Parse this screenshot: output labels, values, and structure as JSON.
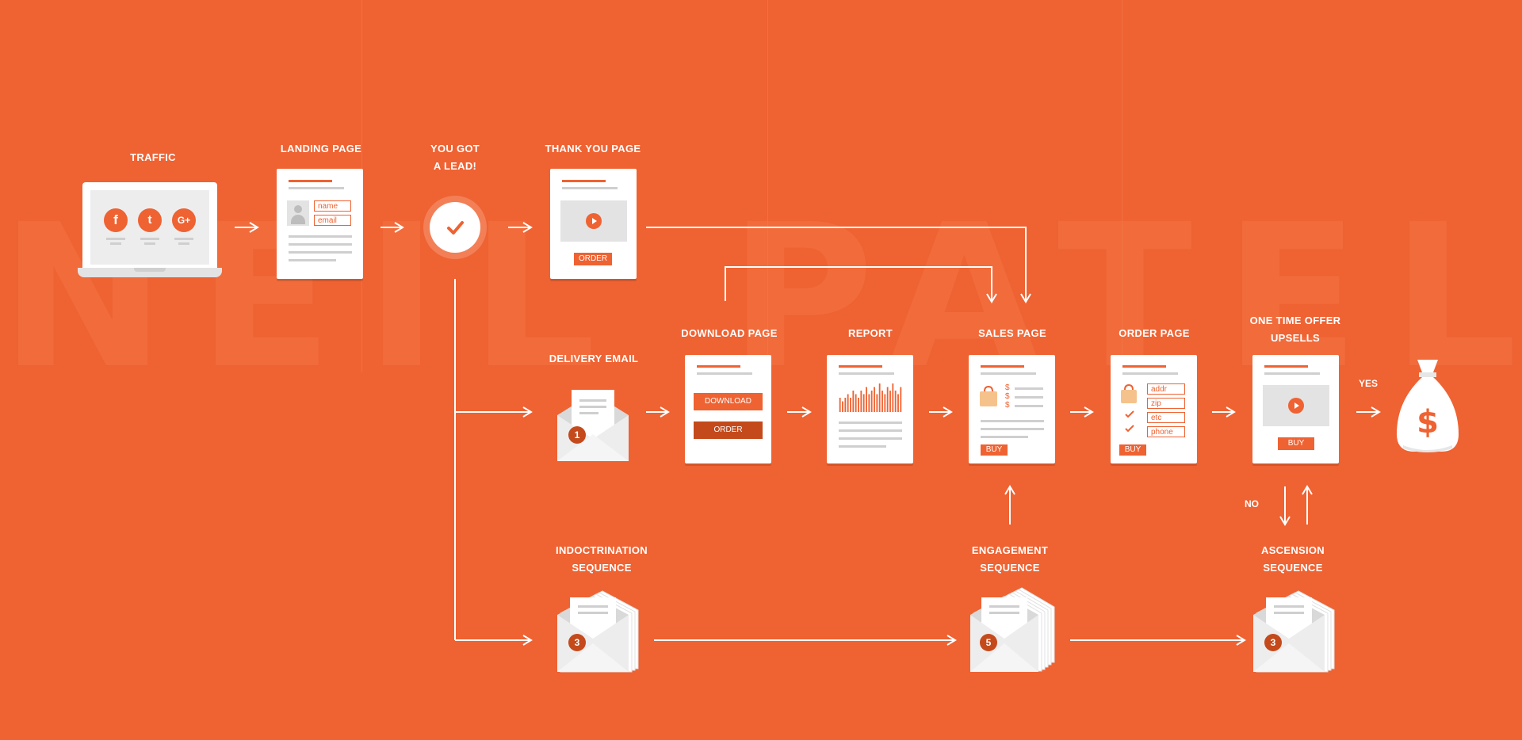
{
  "watermark": "NEIL PATEL",
  "labels": {
    "traffic": "TRAFFIC",
    "landing": "LANDING PAGE",
    "lead_1": "YOU GOT",
    "lead_2": "A LEAD!",
    "thankyou": "THANK YOU PAGE",
    "delivery": "DELIVERY EMAIL",
    "download": "DOWNLOAD PAGE",
    "report": "REPORT",
    "sales": "SALES PAGE",
    "order": "ORDER PAGE",
    "oto_1": "ONE TIME OFFER",
    "oto_2": "UPSELLS",
    "indoc_1": "INDOCTRINATION",
    "indoc_2": "SEQUENCE",
    "engage_1": "ENGAGEMENT",
    "engage_2": "SEQUENCE",
    "ascension_1": "ASCENSION",
    "ascension_2": "SEQUENCE",
    "yes": "YES",
    "no": "NO"
  },
  "landing_form": {
    "name": "name",
    "email": "email"
  },
  "thankyou_button": "ORDER",
  "download_buttons": {
    "download": "DOWNLOAD",
    "order": "ORDER"
  },
  "sales_button": "BUY",
  "order_form": {
    "fields": [
      "addr",
      "zip",
      "etc",
      "phone"
    ],
    "button": "BUY"
  },
  "oto_button": "BUY",
  "email_counts": {
    "delivery": "1",
    "indoctrination": "3",
    "engagement": "5",
    "ascension": "3"
  },
  "social_icons": {
    "facebook": "f",
    "twitter": "t",
    "google": "G+"
  },
  "money_symbol": "$",
  "price_symbols": [
    "$",
    "$",
    "$"
  ],
  "icons": [
    "facebook-icon",
    "twitter-icon",
    "google-plus-icon",
    "user-icon",
    "checkmark-icon",
    "play-icon",
    "envelope-icon",
    "bag-icon",
    "money-bag-icon"
  ],
  "colors": {
    "background": "#EF6232",
    "card": "#FFFFFF",
    "badge": "#C44A1C"
  },
  "report_chart_data": {
    "type": "bar",
    "values": [
      4,
      3,
      4,
      5,
      4,
      6,
      5,
      4,
      6,
      5,
      7,
      5,
      6,
      7,
      5,
      8,
      6,
      5,
      7,
      6,
      8,
      6,
      5,
      7
    ]
  }
}
